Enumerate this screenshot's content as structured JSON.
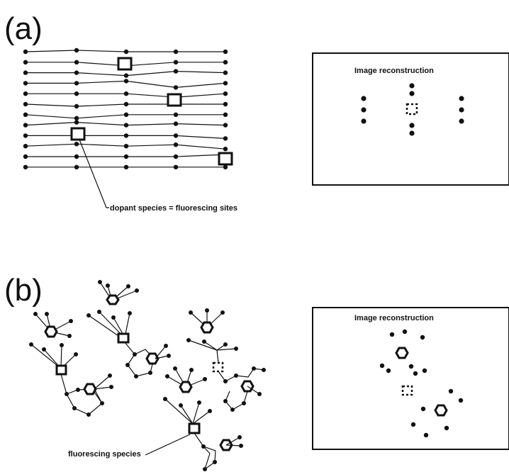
{
  "panel_a": {
    "label": "(a)",
    "reconstruction_title": "Image reconstruction",
    "callout": "dopant species = fluorescing sites"
  },
  "panel_b": {
    "label": "(b)",
    "reconstruction_title": "Image reconstruction",
    "callout": "fluorescing species"
  },
  "colors": {
    "ink": "#111111",
    "background": "#ffffff"
  }
}
